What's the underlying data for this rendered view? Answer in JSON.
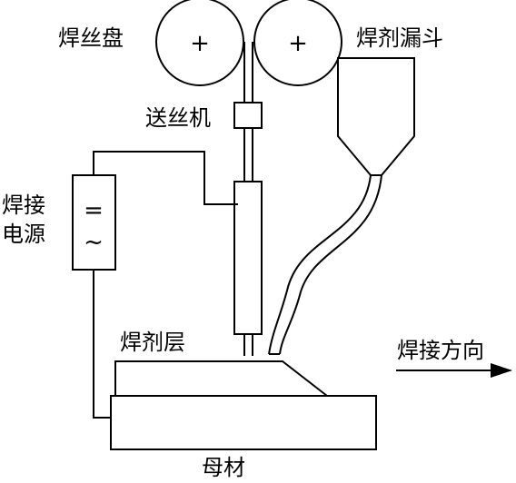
{
  "labels": {
    "wire_reel": "焊丝盘",
    "flux_hopper": "焊剂漏斗",
    "wire_feeder": "送丝机",
    "power_source_line1": "焊接",
    "power_source_line2": "电源",
    "flux_layer": "焊剂层",
    "welding_direction": "焊接方向",
    "base_metal": "母材"
  },
  "symbols": {
    "reel_center": "+",
    "dc": "=",
    "ac": "~"
  },
  "colors": {
    "ink": "#000000",
    "background": "#ffffff"
  }
}
